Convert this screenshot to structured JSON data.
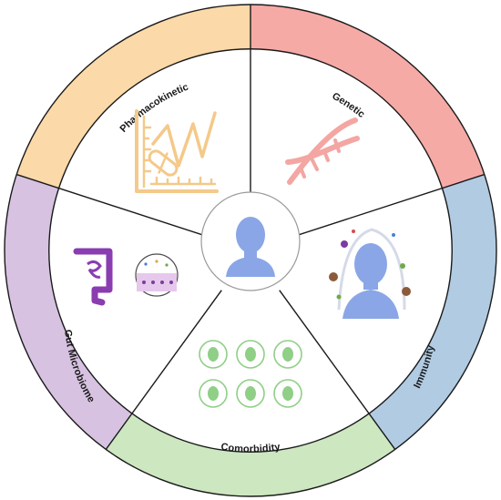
{
  "segments": [
    {
      "key": "pharmacokinetic",
      "label": "Pharmacokinetic",
      "color": "#fbd9a8",
      "icon": "ruler-pill-chart-icon"
    },
    {
      "key": "genetic",
      "label": "Genetic",
      "color": "#f6aaa6",
      "icon": "dna-icon"
    },
    {
      "key": "immunity",
      "label": "Immunity",
      "color": "#b1cbe3",
      "icon": "immune-person-icon"
    },
    {
      "key": "comorbidity",
      "label": "Comorbidity",
      "color": "#cde7c1",
      "icon": "organs-icon"
    },
    {
      "key": "gut_microbiome",
      "label": "Gut Microbiome",
      "color": "#d7c2e1",
      "icon": "intestine-icon"
    }
  ],
  "center": {
    "icon": "person-silhouette-icon",
    "color": "#8aa6e6"
  },
  "colors": {
    "ruler": "#f4c989",
    "dna": "#f3a6a2",
    "immune_person": "#8aa6e6",
    "organ_green": "#8fcf86",
    "intestine": "#8a3db0",
    "line": "#1a1a1a"
  }
}
